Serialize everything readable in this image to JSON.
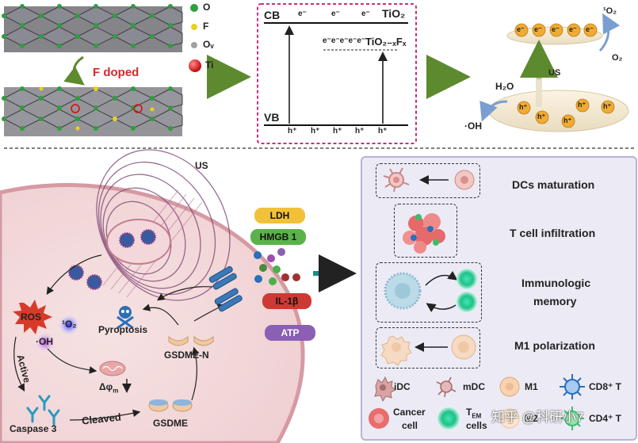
{
  "legend_top": {
    "o": "O",
    "f": "F",
    "ov": "Oᵥ",
    "ti": "Ti"
  },
  "f_doped": "F doped",
  "band": {
    "cb": "CB",
    "vb": "VB",
    "tio2": "TiO₂",
    "tio2xfx": "TiO₂₋ₓFₓ",
    "e": "e⁻",
    "e_row": "e⁻e⁻e⁻e⁻e⁻",
    "h": "h⁺"
  },
  "right_top": {
    "singlet_o2": "¹O₂",
    "o2": "O₂",
    "us": "US",
    "h2o": "H₂O",
    "oh": "·OH",
    "e": "e⁻",
    "h": "h⁺"
  },
  "cell": {
    "us": "US",
    "ros": "ROS",
    "singlet_o2": "¹O₂",
    "oh": "·OH",
    "active": "Active",
    "caspase3": "Caspase 3",
    "cleaved": "Cleaved",
    "gsdme": "GSDME",
    "gsdme_n": "GSDME-N",
    "pyroptosis": "Pyroptosis",
    "delta_phi": "Δφ",
    "delta_phi_sub": "m"
  },
  "release": {
    "ldh": "LDH",
    "hmgb1": "HMGB 1",
    "il1b": "IL-1β",
    "atp": "ATP"
  },
  "effects": {
    "dc": "DCs maturation",
    "tcell": "T cell infiltration",
    "memory1": "Immunologic",
    "memory2": "memory",
    "m1": "M1 polarization"
  },
  "legend_bottom": {
    "idc": "iDC",
    "mdc": "mDC",
    "m1": "M1",
    "cd8": "CD8⁺ T",
    "cancer1": "Cancer",
    "cancer2": "cell",
    "tem1": "T",
    "tem_sub": "EM",
    "tem2": "cells",
    "m2": "M2",
    "cd4": "CD4⁺ T"
  },
  "watermark": "知乎 @科研小7",
  "colors": {
    "dashed_magenta": "#c8307e",
    "ros_red": "#d83a2a",
    "ldh": "#f2c13a",
    "hmgb1": "#5cb24a",
    "il1b": "#cc3a33",
    "atp": "#8a5fb4",
    "arrow_green": "#3f6b1e",
    "arrow_teal": "#1a8c8c"
  }
}
